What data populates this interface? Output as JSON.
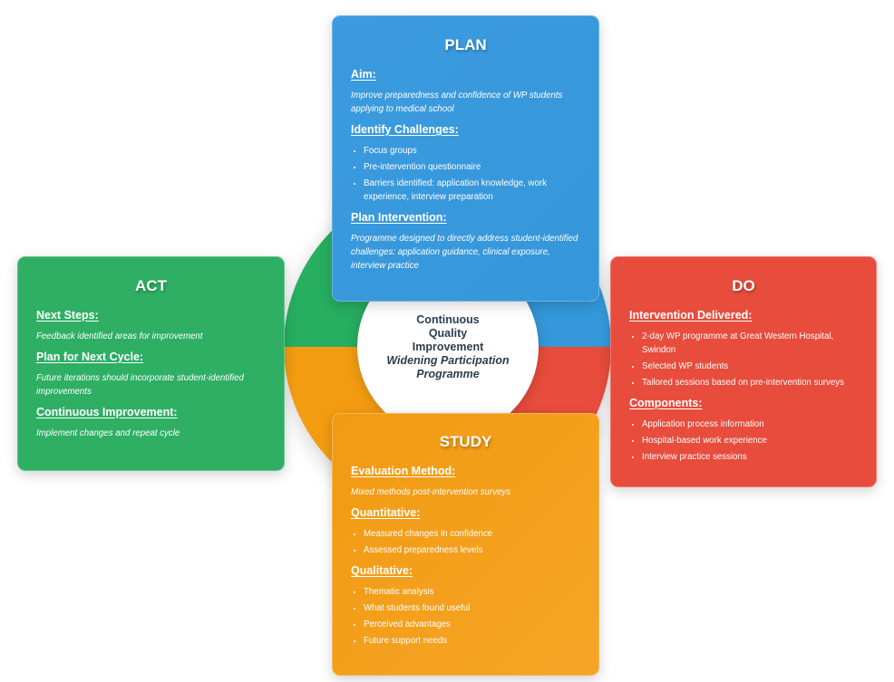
{
  "colors": {
    "plan": "#3498db",
    "do": "#e74c3c",
    "study": "#f39c12",
    "act": "#27ae60",
    "center_text": "#2c3e50"
  },
  "center": {
    "lines": [
      "Continuous",
      "Quality",
      "Improvement"
    ],
    "subtitle_lines": [
      "Widening Participation",
      "Programme"
    ]
  },
  "plan": {
    "title": "PLAN",
    "sections": [
      {
        "heading": "Aim:",
        "text": "Improve preparedness and confidence of WP students applying to medical school"
      },
      {
        "heading": "Identify Challenges:",
        "items": [
          "Focus groups",
          "Pre-intervention questionnaire",
          "Barriers identified: application knowledge, work experience, interview preparation"
        ]
      },
      {
        "heading": "Plan Intervention:",
        "text": "Programme designed to directly address student-identified challenges: application guidance, clinical exposure, interview practice"
      }
    ]
  },
  "do": {
    "title": "DO",
    "sections": [
      {
        "heading": "Intervention Delivered:",
        "items": [
          "2-day WP programme at Great Western Hospital, Swindon",
          "Selected WP students",
          "Tailored sessions based on pre-intervention surveys"
        ]
      },
      {
        "heading": "Components:",
        "items": [
          "Application process information",
          "Hospital-based work experience",
          "Interview practice sessions"
        ]
      }
    ]
  },
  "study": {
    "title": "STUDY",
    "sections": [
      {
        "heading": "Evaluation Method:",
        "text": "Mixed methods post-intervention surveys"
      },
      {
        "heading": "Quantitative:",
        "items": [
          "Measured changes in confidence",
          "Assessed preparedness levels"
        ]
      },
      {
        "heading": "Qualitative:",
        "items": [
          "Thematic analysis",
          "What students found useful",
          "Perceived advantages",
          "Future support needs"
        ]
      }
    ]
  },
  "act": {
    "title": "ACT",
    "sections": [
      {
        "heading": "Next Steps:",
        "text": "Feedback identified areas for improvement"
      },
      {
        "heading": "Plan for Next Cycle:",
        "text": "Future iterations should incorporate student-identified improvements"
      },
      {
        "heading": "Continuous Improvement:",
        "text": "Implement changes and repeat cycle"
      }
    ]
  }
}
